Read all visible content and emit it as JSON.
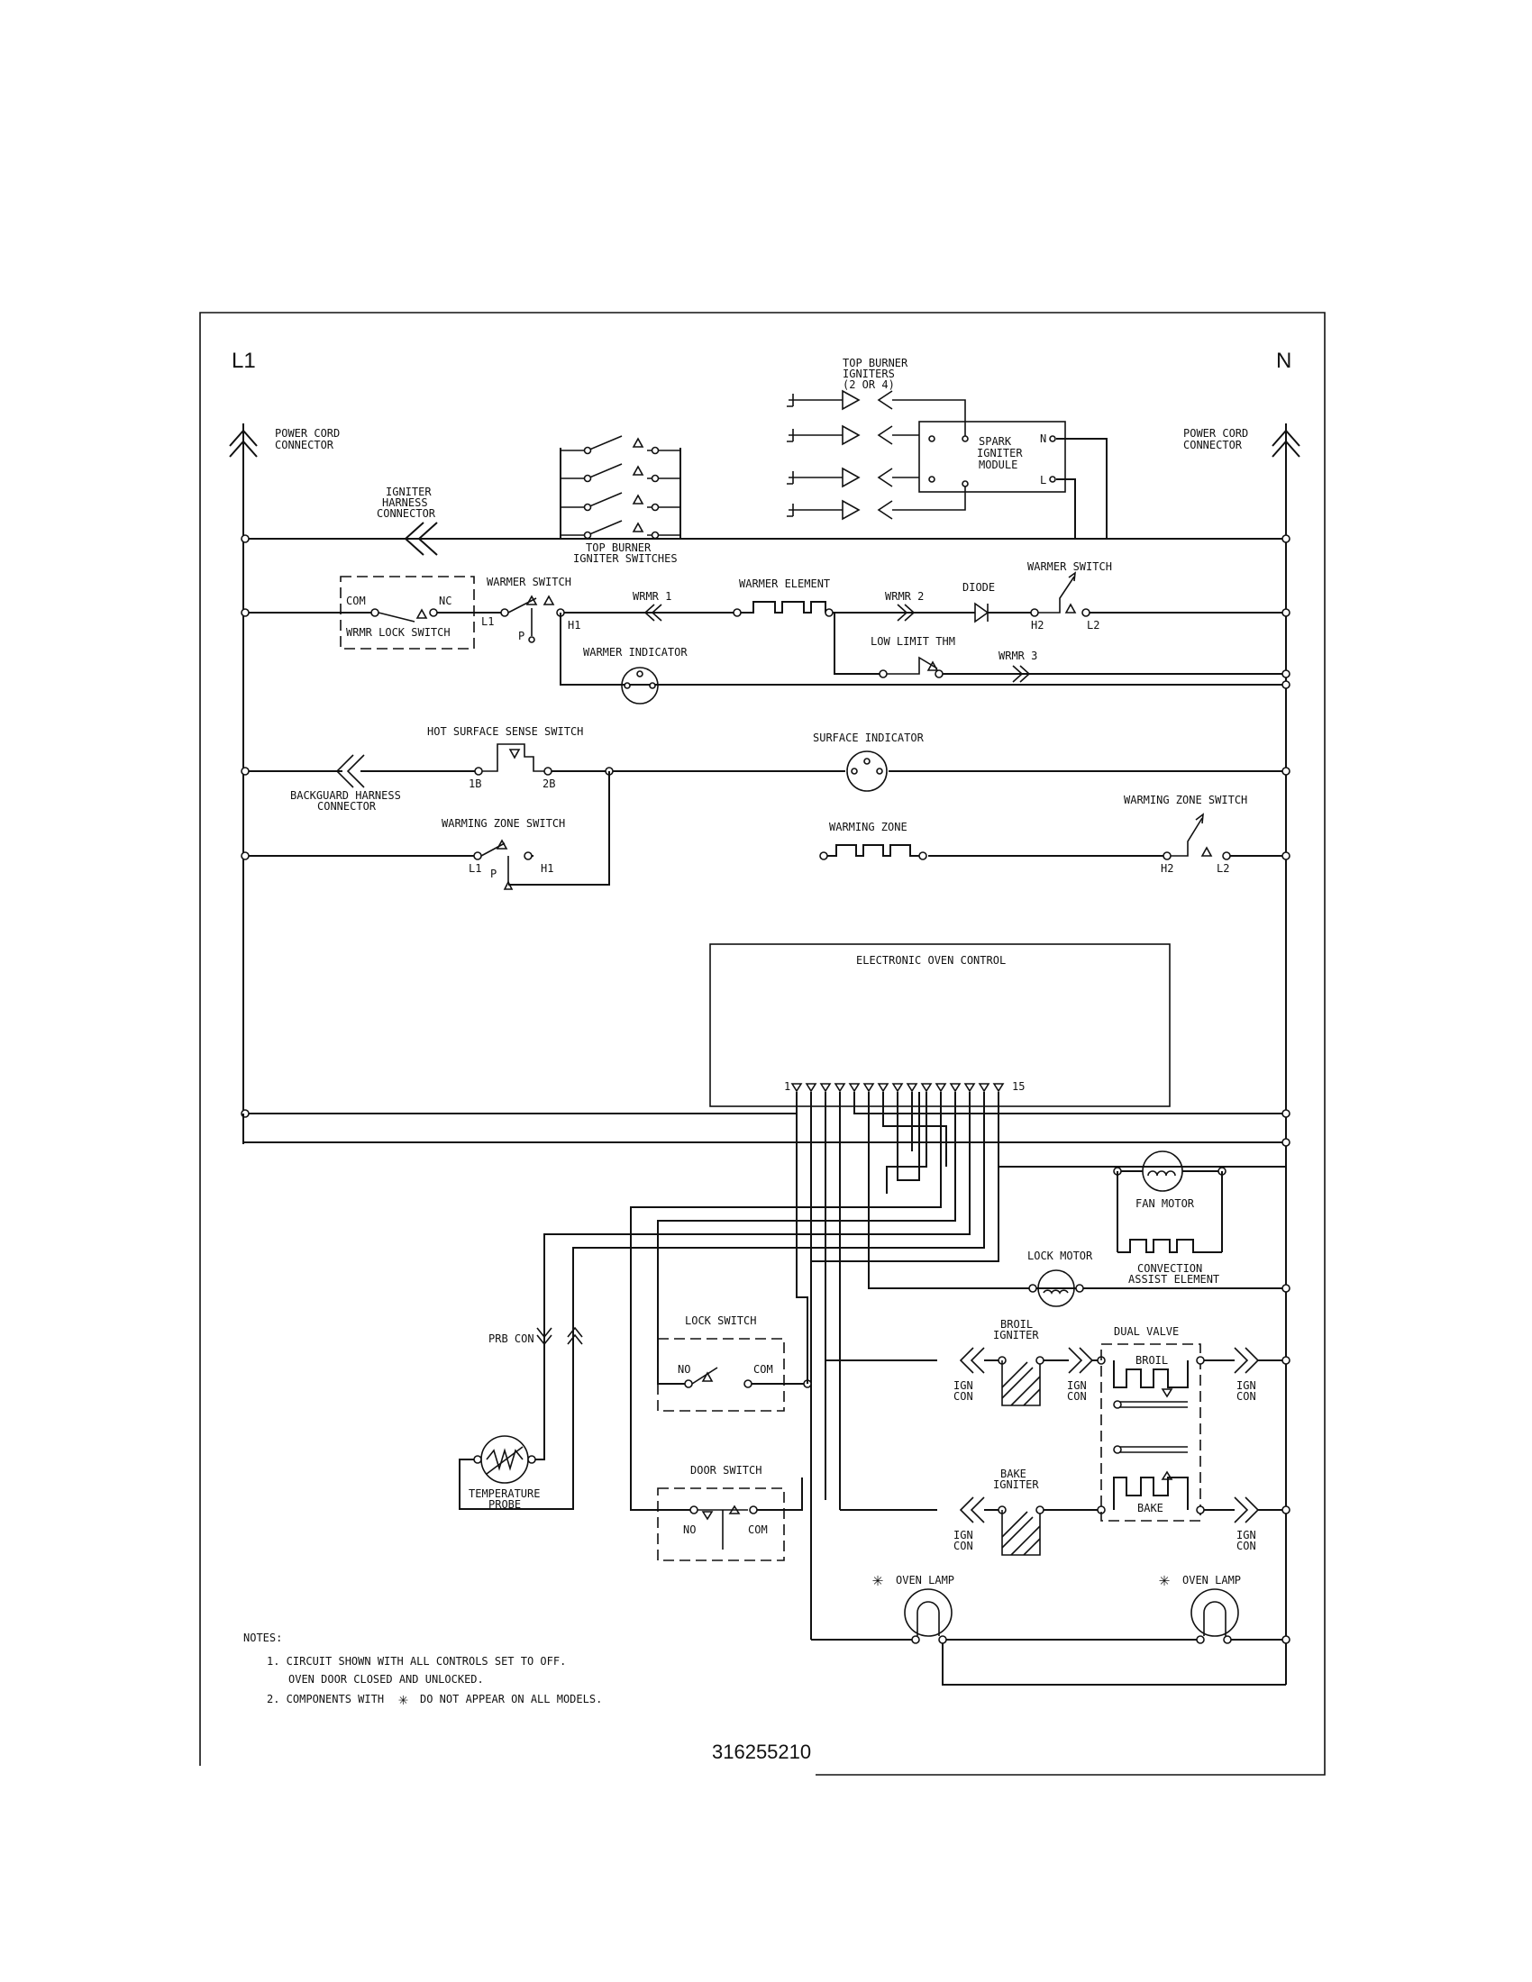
{
  "rails": {
    "left": "L1",
    "right": "N"
  },
  "labels": {
    "power_cord_left": [
      "POWER CORD",
      "CONNECTOR"
    ],
    "power_cord_right": [
      "POWER CORD",
      "CONNECTOR"
    ],
    "igniter_harness": [
      "IGNITER",
      "HARNESS",
      "CONNECTOR"
    ],
    "top_burner_switches": [
      "TOP BURNER",
      "IGNITER SWITCHES"
    ],
    "top_burner_igniters": [
      "TOP BURNER",
      "IGNITERS",
      "(2 OR 4)"
    ],
    "spark_module": [
      "SPARK",
      "IGNITER",
      "MODULE"
    ],
    "spark_n": "N",
    "spark_l": "L",
    "com": "COM",
    "nc": "NC",
    "wrmr_lock_switch": "WRMR LOCK SWITCH",
    "warmer_switch": "WARMER SWITCH",
    "l1": "L1",
    "p": "P",
    "h1": "H1",
    "wrmr1": "WRMR 1",
    "warmer_element": "WARMER ELEMENT",
    "wrmr2": "WRMR 2",
    "diode": "DIODE",
    "warmer_switch_right": "WARMER SWITCH",
    "h2": "H2",
    "l2": "L2",
    "warmer_indicator": "WARMER INDICATOR",
    "low_limit": "LOW LIMIT THM",
    "wrmr3": "WRMR 3",
    "hot_surface": "HOT SURFACE SENSE SWITCH",
    "t1b": "1B",
    "t2b": "2B",
    "backguard": [
      "BACKGUARD HARNESS",
      "CONNECTOR"
    ],
    "surface_indicator": "SURFACE INDICATOR",
    "warming_zone_switch_left": "WARMING ZONE SWITCH",
    "warming_zone": "WARMING ZONE",
    "warming_zone_switch_right": "WARMING ZONE SWITCH",
    "eoc": "ELECTRONIC OVEN CONTROL",
    "pin_first": "1",
    "pin_last": "15",
    "fan_motor": "FAN MOTOR",
    "convection": [
      "CONVECTION",
      "ASSIST ELEMENT"
    ],
    "lock_motor": "LOCK MOTOR",
    "prb_con": "PRB CON",
    "lock_switch": "LOCK SWITCH",
    "no": "NO",
    "broil_igniter": [
      "BROIL",
      "IGNITER"
    ],
    "dual_valve": "DUAL VALVE",
    "broil": "BROIL",
    "bake": "BAKE",
    "ign_con": [
      "IGN",
      "CON"
    ],
    "temp_probe": [
      "TEMPERATURE",
      "PROBE"
    ],
    "door_switch": "DOOR SWITCH",
    "bake_igniter": [
      "BAKE",
      "IGNITER"
    ],
    "oven_lamp": "OVEN LAMP",
    "asterisk": "✳",
    "notes_title": "NOTES:",
    "note1a": "1.  CIRCUIT SHOWN WITH ALL CONTROLS SET TO OFF.",
    "note1b": "OVEN DOOR CLOSED AND UNLOCKED.",
    "note2a": "2.  COMPONENTS WITH",
    "note2b": "DO NOT APPEAR ON ALL MODELS.",
    "part_number": "316255210"
  }
}
